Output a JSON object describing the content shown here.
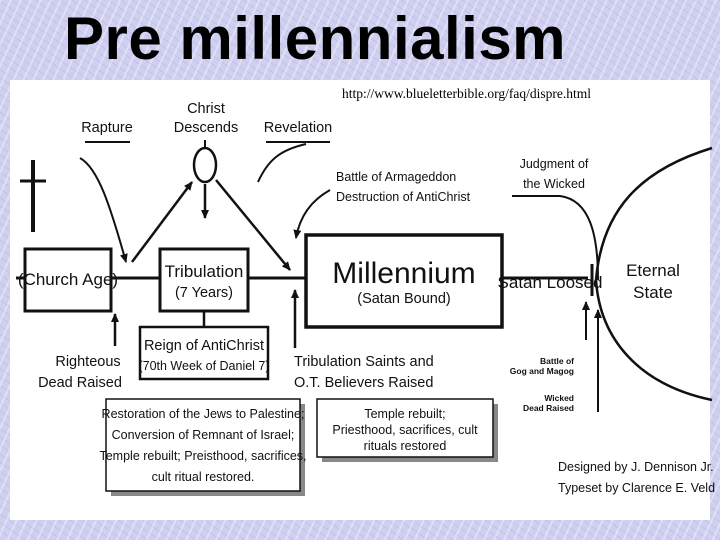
{
  "title": "Pre millennialism",
  "source_url": "http://www.blueletterbible.org/faq/dispre.html",
  "diagram": {
    "rapture": "Rapture",
    "christ_descends": [
      "Christ",
      "Descends"
    ],
    "revelation": "Revelation",
    "armageddon": [
      "Battle of Armageddon",
      "Destruction of AntiChrist"
    ],
    "judgment_wicked": [
      "Judgment of",
      "the Wicked"
    ],
    "church_age": "(Church Age)",
    "tribulation": [
      "Tribulation",
      "(7 Years)"
    ],
    "millennium": "Millennium",
    "satan_bound": "(Satan Bound)",
    "satan_loosed": "Satan Loosed",
    "eternal_state": [
      "Eternal",
      "State"
    ],
    "righteous_dead": [
      "Righteous",
      "Dead Raised"
    ],
    "reign_antichrist": [
      "Reign of AntiChrist",
      "(70th Week of Daniel 7)"
    ],
    "tribulation_saints": [
      "Tribulation Saints and",
      "O.T. Believers Raised"
    ],
    "gog_magog": [
      "Battle of",
      "Gog and Magog"
    ],
    "wicked_dead": [
      "Wicked",
      "Dead Raised"
    ],
    "restoration_box": [
      "Restoration of the Jews to Palestine;",
      "Conversion of Remnant of Israel;",
      "Temple rebuilt; Preisthood, sacrifices,",
      "cult ritual restored."
    ],
    "temple_box": [
      "Temple rebuilt;",
      "Priesthood, sacrifices, cult",
      "rituals restored"
    ],
    "credits": [
      "Designed by  J. Dennison Jr.",
      "Typeset by  Clarence E. Veld"
    ]
  }
}
